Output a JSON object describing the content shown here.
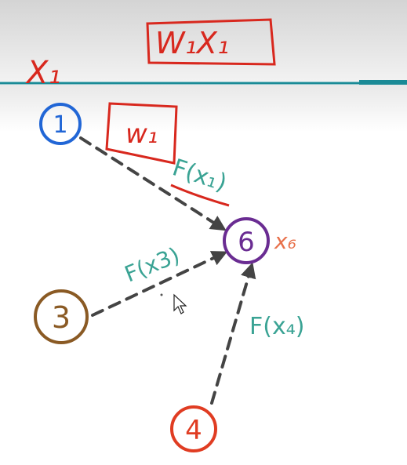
{
  "header": {
    "faded_title": "",
    "annotation": "W₁X₁"
  },
  "colors": {
    "header_band": "#dcdcdc",
    "rule": "#1a8a96",
    "red_ink": "#d8281e",
    "teal_ink": "#3aa394",
    "orange_ink": "#e8704a",
    "arrow": "#444444",
    "node1": "#2166d6",
    "node3": "#8a5a24",
    "node4": "#e03c22",
    "node6": "#6a2c92"
  },
  "nodes": [
    {
      "id": "1",
      "label": "1"
    },
    {
      "id": "3",
      "label": "3"
    },
    {
      "id": "4",
      "label": "4"
    },
    {
      "id": "6",
      "label": "6"
    }
  ],
  "labels": {
    "x1": "X₁",
    "w1": "w₁",
    "f_x1": "F(x₁)",
    "f_x3": "F(x3)",
    "f_x4": "F(x₄)",
    "x6": "x₆"
  }
}
